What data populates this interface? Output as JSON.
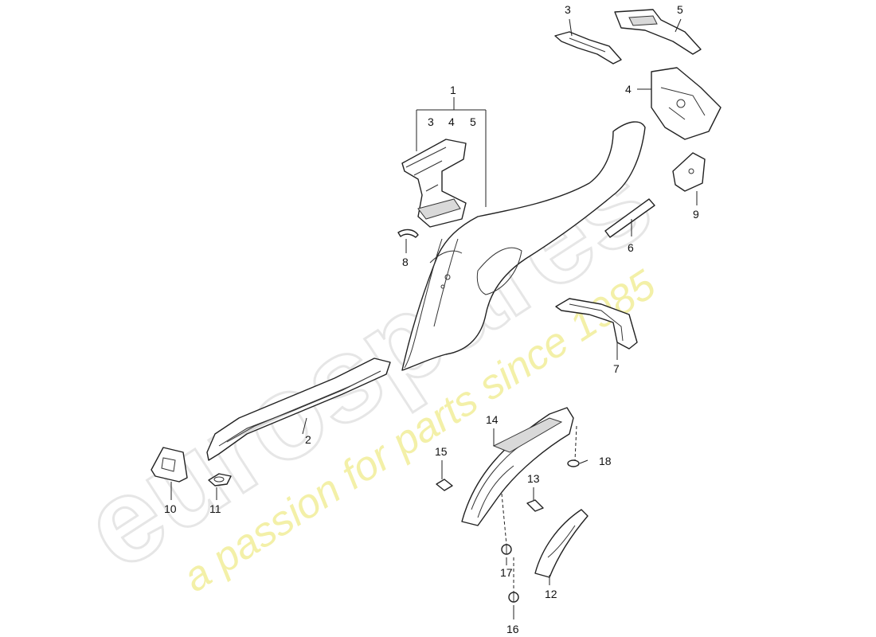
{
  "watermark": {
    "logo": "eurospares",
    "tagline": "a passion for parts since 1985",
    "logo_color": "#e6e6e6",
    "tagline_color": "#f1ee9a"
  },
  "callouts": {
    "c1": "1",
    "c1_3": "3",
    "c1_4": "4",
    "c1_5": "5",
    "c2": "2",
    "c3": "3",
    "c4": "4",
    "c5": "5",
    "c6": "6",
    "c7": "7",
    "c8": "8",
    "c9": "9",
    "c10": "10",
    "c11": "11",
    "c12": "12",
    "c13": "13",
    "c14": "14",
    "c15": "15",
    "c16": "16",
    "c17": "17",
    "c18": "18"
  }
}
